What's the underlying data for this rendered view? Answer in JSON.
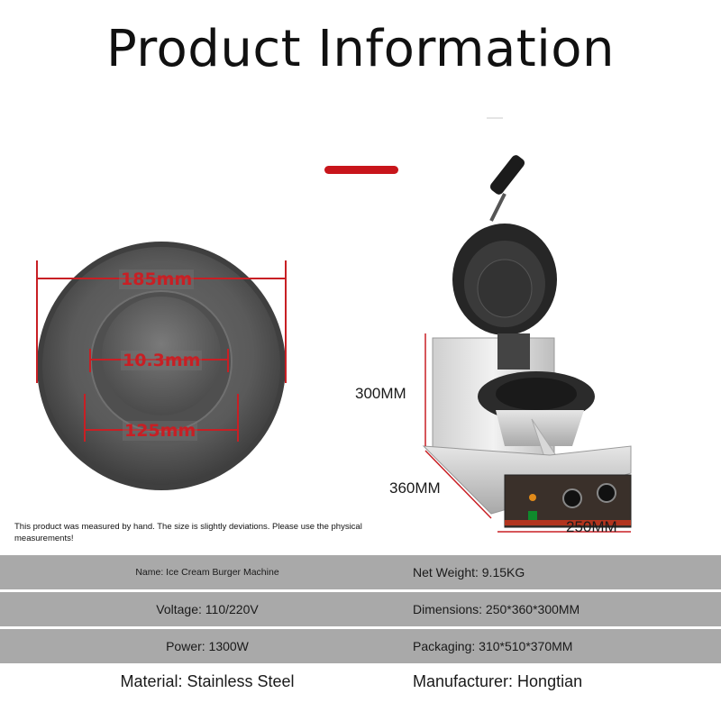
{
  "page": {
    "title": "Product Information",
    "accent_color": "#c8151b"
  },
  "plate": {
    "dim_outer": "185mm",
    "dim_inner": "10.3mm",
    "dim_base": "125mm"
  },
  "machine": {
    "height": "300MM",
    "depth": "360MM",
    "width": "250MM"
  },
  "disclaimer": "This product was measured by hand. The size is slightly deviations. Please use the physical measurements!",
  "specs": [
    {
      "left": "Name: Ice Cream Burger Machine",
      "right": "Net Weight: 9.15KG"
    },
    {
      "left": "Voltage: 110/220V",
      "right": "Dimensions: 250*360*300MM"
    },
    {
      "left": "Power: 1300W",
      "right": "Packaging: 310*510*370MM"
    },
    {
      "left": "Material: Stainless Steel",
      "right": "Manufacturer: Hongtian"
    }
  ]
}
